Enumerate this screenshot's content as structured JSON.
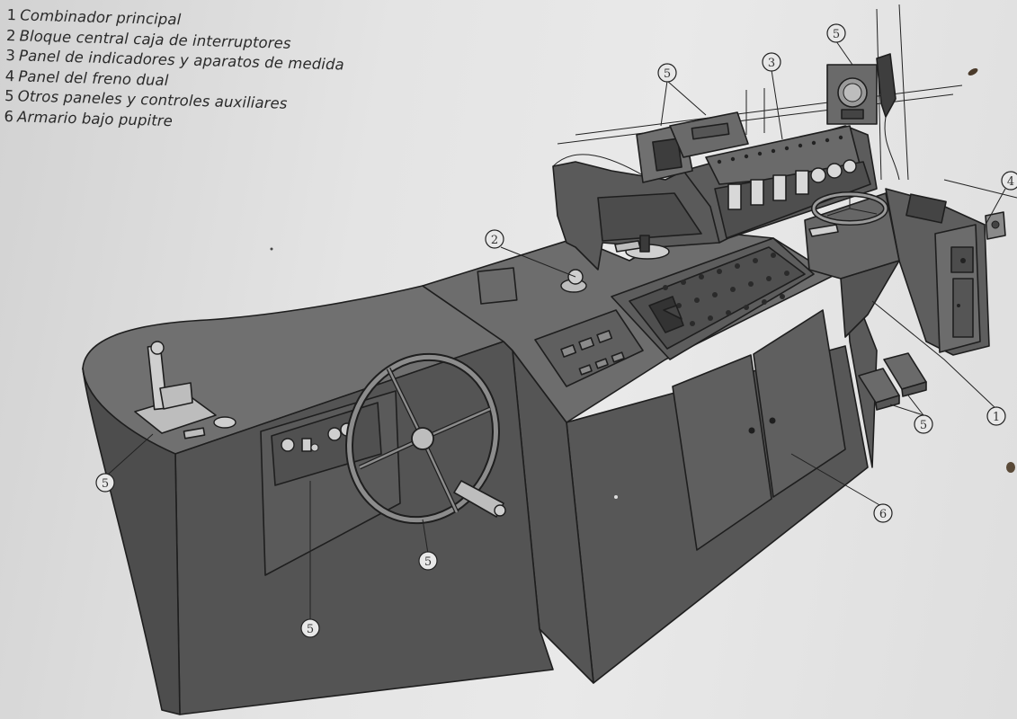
{
  "legend": [
    {
      "num": "1",
      "text": "Combinador principal"
    },
    {
      "num": "2",
      "text": "Bloque central caja de interruptores"
    },
    {
      "num": "3",
      "text": "Panel de indicadores y aparatos de medida"
    },
    {
      "num": "4",
      "text": "Panel del freno dual"
    },
    {
      "num": "5",
      "text": "Otros paneles y controles auxiliares"
    },
    {
      "num": "6",
      "text": "Armario bajo pupitre"
    }
  ],
  "callouts": {
    "c1": "1",
    "c2": "2",
    "c3": "3",
    "c4": "4",
    "c5_top_left": "5",
    "c5_top_right": "5",
    "c5_left": "5",
    "c5_wheel": "5",
    "c5_panel": "5",
    "c5_pedals": "5",
    "c6": "6"
  },
  "colors": {
    "console_dark": "#545454",
    "console_mid": "#656565",
    "console_light": "#7a7a7a",
    "outline": "#1e1e1e",
    "paper": "#e6e6e6"
  }
}
